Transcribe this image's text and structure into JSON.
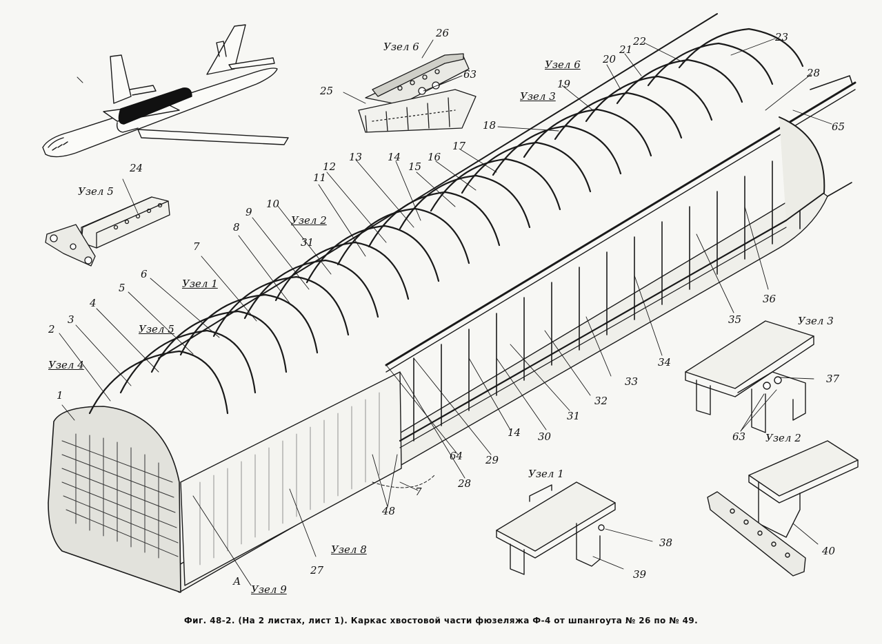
{
  "caption": "Фиг. 48-2. (На 2 листах, лист 1). Каркас хвостовой части фюзеляжа Ф-4 от шпангоута № 26 по № 49.",
  "nodes": {
    "uzel_6_detail": "Узел 6",
    "uzel_6_main": "Узел 6",
    "uzel_5_detail": "Узел 5",
    "uzel_5_main": "Узел 5",
    "uzel_4": "Узел 4",
    "uzel_3_main": "Узел 3",
    "uzel_3_detail": "Узел 3",
    "uzel_2_main": "Узел 2",
    "uzel_2_detail": "Узел 2",
    "uzel_1_main": "Узел 1",
    "uzel_1_detail": "Узел 1",
    "uzel_8": "Узел 8",
    "uzel_9": "Узел 9",
    "letter_a": "А"
  },
  "callouts": {
    "n1": "1",
    "n2": "2",
    "n3": "3",
    "n4": "4",
    "n5": "5",
    "n6": "6",
    "n7": "7",
    "n8": "8",
    "n9": "9",
    "n10": "10",
    "n11": "11",
    "n12": "12",
    "n13": "13",
    "n14a": "14",
    "n14b": "14",
    "n15": "15",
    "n16": "16",
    "n17": "17",
    "n18": "18",
    "n19": "19",
    "n20": "20",
    "n21": "21",
    "n22": "22",
    "n23": "23",
    "n24": "24",
    "n25": "25",
    "n26": "26",
    "n27": "27",
    "n28a": "28",
    "n28b": "28",
    "n29": "29",
    "n30": "30",
    "n31a": "31",
    "n31b": "31",
    "n32": "32",
    "n33": "33",
    "n34": "34",
    "n35": "35",
    "n36": "36",
    "n37": "37",
    "n38": "38",
    "n39": "39",
    "n40": "40",
    "n48": "48",
    "n63a": "63",
    "n63b": "63",
    "n64": "64",
    "n65": "65",
    "n7b": "7"
  }
}
